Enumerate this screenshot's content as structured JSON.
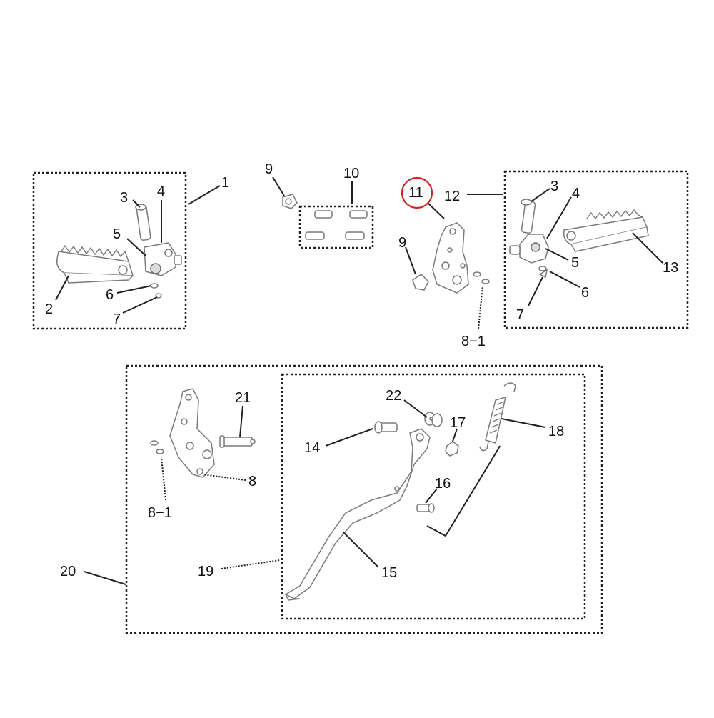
{
  "diagram": {
    "highlight_color": "#d42020",
    "line_color": "#222222",
    "part_color": "#8a8a8a",
    "labels": {
      "l1": "1",
      "l2": "2",
      "l3_left": "3",
      "l4_left": "4",
      "l5_left": "5",
      "l6_left": "6",
      "l7_left": "7",
      "l9_top": "9",
      "l10": "10",
      "l11": "11",
      "l12": "12",
      "l9_mid": "9",
      "l8_1_top": "8−1",
      "l3_right": "3",
      "l4_right": "4",
      "l5_right": "5",
      "l13": "13",
      "l6_right": "6",
      "l7_right": "7",
      "l21": "21",
      "l8": "8",
      "l8_1_bottom": "8−1",
      "l22": "22",
      "l17": "17",
      "l18": "18",
      "l14": "14",
      "l16": "16",
      "l15": "15",
      "l19": "19",
      "l20": "20"
    }
  }
}
